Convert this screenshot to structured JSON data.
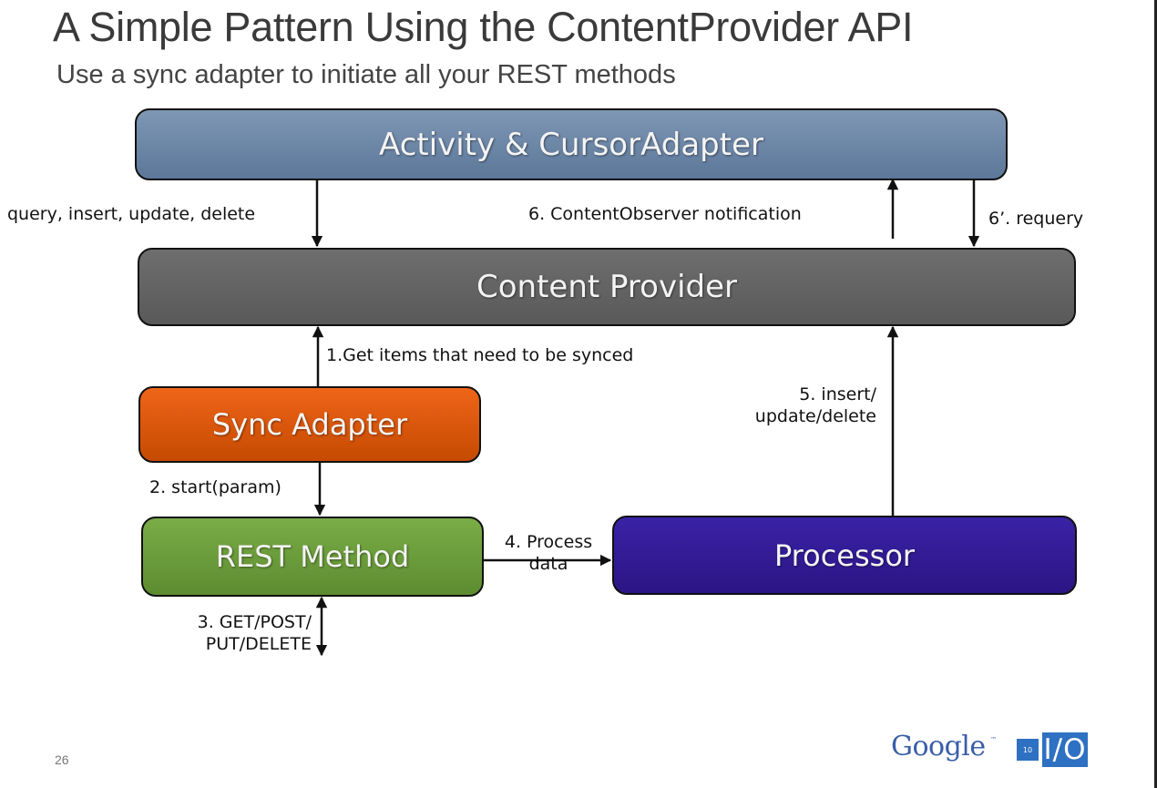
{
  "slide": {
    "title": "A Simple Pattern Using the ContentProvider API",
    "subtitle": "Use a sync adapter to initiate all your REST methods",
    "page_number": "26"
  },
  "boxes": {
    "activity": "Activity & CursorAdapter",
    "content_provider": "Content Provider",
    "sync_adapter": "Sync Adapter",
    "rest_method": "REST Method",
    "processor": "Processor"
  },
  "labels": {
    "query": "query, insert, update, delete",
    "observer": "6. ContentObserver notification",
    "requery": "6’. requery",
    "get_items": "1.Get items that need to be synced",
    "insert_line1": "5. insert/",
    "insert_line2": "update/delete",
    "start": "2. start(param)",
    "process_line1": "4. Process",
    "process_line2": "data",
    "http_line1": "3. GET/POST/",
    "http_line2": "PUT/DELETE"
  },
  "logo": {
    "wordmark": "Google",
    "trademark": "™",
    "number": "10",
    "mark": "I/O"
  },
  "colors": {
    "activity": "#6b85a8",
    "content_provider": "#636363",
    "sync_adapter": "#dd5500",
    "rest_method": "#6b9c3b",
    "processor": "#331a93",
    "logo": "#2e70c2"
  }
}
